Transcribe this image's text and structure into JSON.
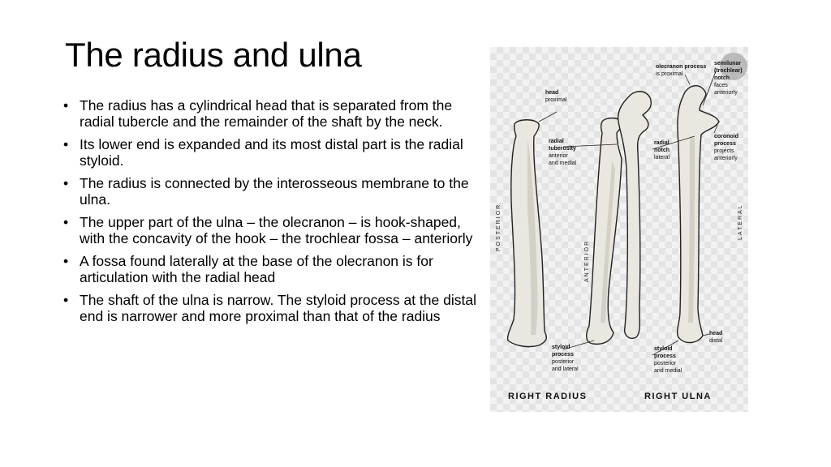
{
  "slide": {
    "title": "The radius and ulna",
    "bullet_char": "•",
    "bullets": [
      "The radius has a cylindrical head that is separated from the radial tubercle and the remainder of the shaft by the neck.",
      "Its lower end is expanded and its most distal part is the radial styloid.",
      "The radius is connected by the interosseous membrane to the ulna.",
      "The upper part of the ulna – the olecranon – is hook-shaped, with the concavity of the hook – the trochlear fossa – anteriorly",
      "A fossa found laterally at the base of the olecranon is for articulation with the radial head",
      " The shaft of the ulna is narrow. The styloid process at the distal end is narrower and more proximal than that of the radius"
    ]
  },
  "figure": {
    "captions": {
      "radius": "RIGHT RADIUS",
      "ulna": "RIGHT ULNA"
    },
    "views": {
      "posterior": "POSTERIOR",
      "anterior": "ANTERIOR",
      "lateral": "LATERAL"
    },
    "labels": {
      "head_prox": {
        "title": "head",
        "sub": [
          "proximal"
        ]
      },
      "radial_tuberosity": {
        "title": "radial",
        "title2": "tuberosity",
        "sub": [
          "anterior",
          "and medial"
        ]
      },
      "styloid_radius": {
        "title": "styloid",
        "title2": "process",
        "sub": [
          "posterior",
          "and lateral"
        ]
      },
      "olecranon": {
        "title": "olecranon process",
        "sub": [
          "is proximal"
        ]
      },
      "semilunar": {
        "title": "semilunar",
        "title2": "(trochlear)",
        "title3": "notch",
        "sub": [
          "faces",
          "anteriorly"
        ]
      },
      "radial_notch": {
        "title": "radial",
        "title2": "notch",
        "sub": [
          "lateral"
        ]
      },
      "coronoid": {
        "title": "coronoid",
        "title2": "process",
        "sub": [
          "projects",
          "anteriorly"
        ]
      },
      "head_dist": {
        "title": "head",
        "sub": [
          "distal"
        ]
      },
      "styloid_ulna": {
        "title": "styloid",
        "title2": "process",
        "sub": [
          "posterior",
          "and medial"
        ]
      }
    }
  }
}
